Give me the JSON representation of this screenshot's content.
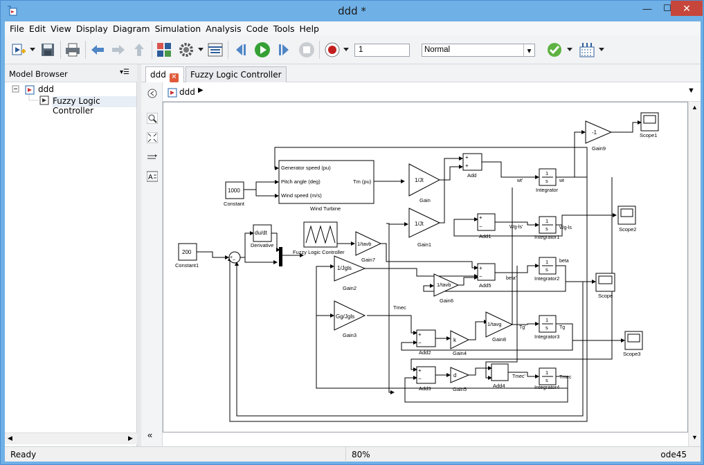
{
  "window": {
    "title": "ddd *",
    "minimize": "—",
    "maximize": "☐",
    "close": "✕"
  },
  "menu": [
    "File",
    "Edit",
    "View",
    "Display",
    "Diagram",
    "Simulation",
    "Analysis",
    "Code",
    "Tools",
    "Help"
  ],
  "toolbar": {
    "stop_time": "1",
    "sim_mode": "Normal"
  },
  "browser": {
    "title": "Model Browser",
    "tree": [
      {
        "label": "ddd"
      },
      {
        "label": "Fuzzy Logic  Controller"
      }
    ]
  },
  "tabs": [
    {
      "label": "ddd"
    },
    {
      "label": "Fuzzy Logic  Controller"
    }
  ],
  "address": {
    "path": "ddd"
  },
  "diagram": {
    "blocks": {
      "wind_turbine": {
        "in1": "Generator speed (pu)",
        "in2": "Pitch angle (deg)",
        "in3": "Wind speed (m/s)",
        "out": "Tm (pu)",
        "name": "Wind Turbine"
      },
      "constant": {
        "value": "1000",
        "name": "Constant"
      },
      "constant1": {
        "value": "200",
        "name": "Constant1"
      },
      "derivative": {
        "text": "du/dt",
        "name": "Derivative"
      },
      "flc": {
        "name": "Fuzzy Logic  Controller"
      },
      "gain": {
        "text": "1/Jt",
        "name": "Gain"
      },
      "gain1": {
        "text": "1/Jt",
        "name": "Gain1"
      },
      "gain2": {
        "text": "1/Jgls",
        "name": "Gain2"
      },
      "gain3": {
        "text": "Gg/Jgls",
        "name": "Gain3"
      },
      "gain4": {
        "text": "k",
        "name": "Gain4"
      },
      "gain5": {
        "text": "d",
        "name": "Gain5"
      },
      "gain6": {
        "text": "1/tavb",
        "name": "Gain6"
      },
      "gain7": {
        "text": "1/tavb",
        "name": "Gain7"
      },
      "gain8": {
        "text": "1/tavg",
        "name": "Gain8"
      },
      "gain9": {
        "text": "-1",
        "name": "Gain9"
      },
      "add": {
        "name": "Add"
      },
      "add1": {
        "name": "Add1"
      },
      "add2": {
        "name": "Add2"
      },
      "add3": {
        "name": "Add3"
      },
      "add4": {
        "name": "Add4"
      },
      "add5": {
        "name": "Add5"
      },
      "integrator": {
        "name": "Integrator",
        "num": "1",
        "den": "s"
      },
      "integrator1": {
        "name": "Integrator1"
      },
      "integrator2": {
        "name": "Integrator2"
      },
      "integrator3": {
        "name": "Integrator3"
      },
      "integrator4": {
        "name": "Integrator4"
      },
      "scope": {
        "name": "Scope"
      },
      "scope1": {
        "name": "Scope1"
      },
      "scope2": {
        "name": "Scope2"
      },
      "scope3": {
        "name": "Scope3"
      }
    },
    "signals": {
      "wt_in": "wt'",
      "wt_out": "wt",
      "wgls_in": "Wg-ls'",
      "wgls_out": "Wg-ls",
      "beta_in": "beta'",
      "beta_out": "beta",
      "tg_in": "Tg'",
      "tg_out": "Tg",
      "tmec_in": "Tmec'",
      "tmec_out": "Tmec",
      "tmec_label": "Tmec"
    }
  },
  "status": {
    "left": "Ready",
    "zoom": "80%",
    "solver": "ode45"
  }
}
